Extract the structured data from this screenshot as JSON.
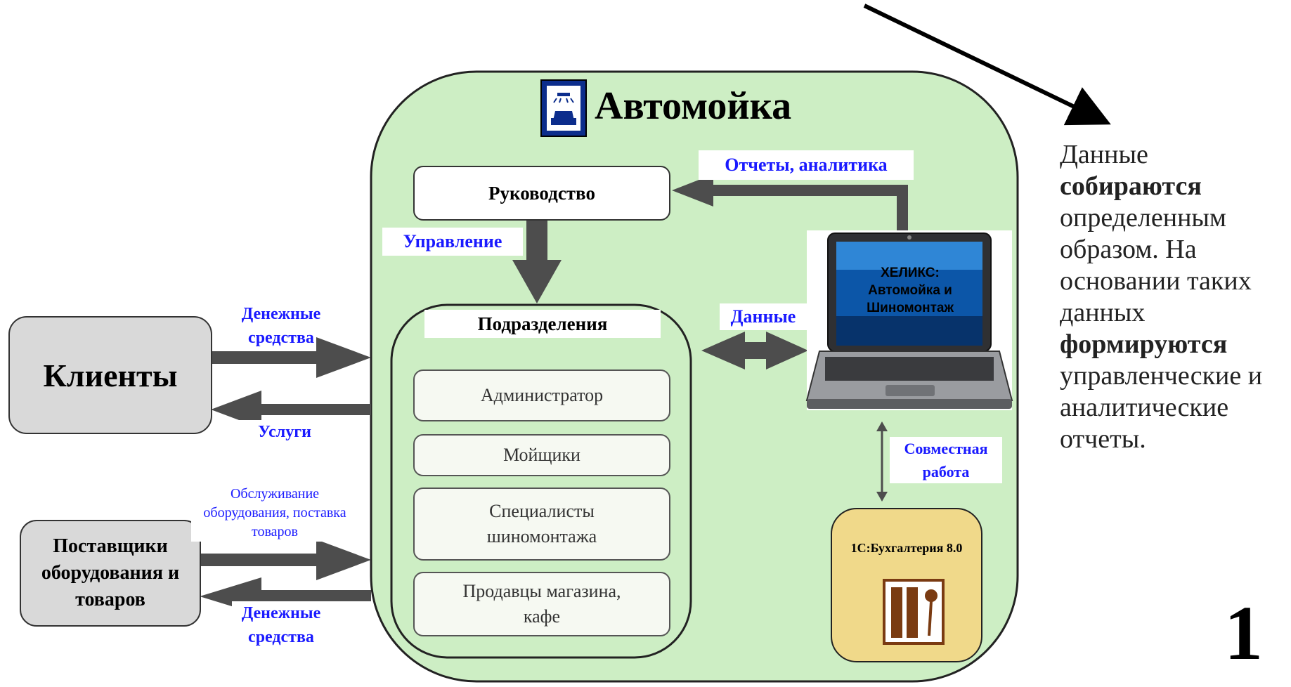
{
  "main_title": "Автомойка",
  "management": "Руководство",
  "departments": "Подразделения",
  "roles": [
    {
      "label": "Администратор"
    },
    {
      "label": "Мойщики"
    },
    {
      "label": "Специалисты шиномонтажа"
    },
    {
      "label": "Продавцы магазина, кафе"
    }
  ],
  "clients": "Клиенты",
  "suppliers": "Поставщики оборудования и товаров",
  "flows": {
    "money_in": "Денежные средства",
    "services": "Услуги",
    "supply": "Обслуживание оборудования, поставка товаров",
    "money_out": "Денежные средства",
    "control": "Управление",
    "reports": "Отчеты, аналитика",
    "data": "Данные",
    "joint_work": "Совместная работа"
  },
  "software": {
    "helix": "ХЕЛИКС: Автомойка и Шиномонтаж",
    "accounting": "1С:Бухгалтерия 8.0"
  },
  "side_text": {
    "p1": "Данные",
    "p2": "собираются",
    "p3": "определенным образом. На основании таких данных",
    "p4": "формируются",
    "p5": "управленческие и аналитические отчеты."
  },
  "page_number": "1",
  "colors": {
    "panel_fill": "#cdeec4",
    "label_blue": "#1a1aff",
    "arrow_gray": "#4d4d4d",
    "box_gray": "#d9d9d9",
    "accounting_fill": "#f0d98a"
  }
}
